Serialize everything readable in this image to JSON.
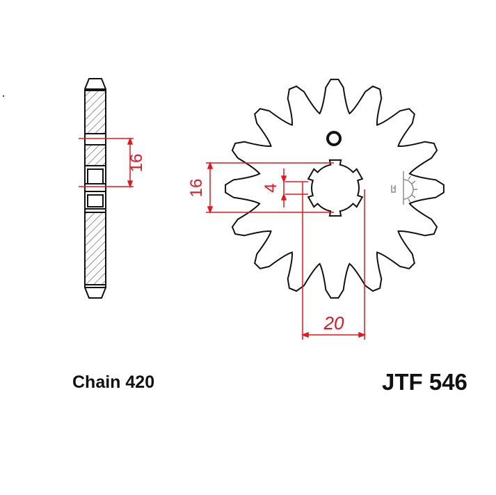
{
  "part_number": "JTF 546",
  "chain_label": "Chain 420",
  "teeth_count": 16,
  "dimensions": {
    "side_width": "16",
    "spline_height": "16",
    "spline_width": "4",
    "spline_diameter": "20"
  },
  "colors": {
    "outline": "#111111",
    "dimension": "#e8141e",
    "logo": "#8a8a8a"
  }
}
